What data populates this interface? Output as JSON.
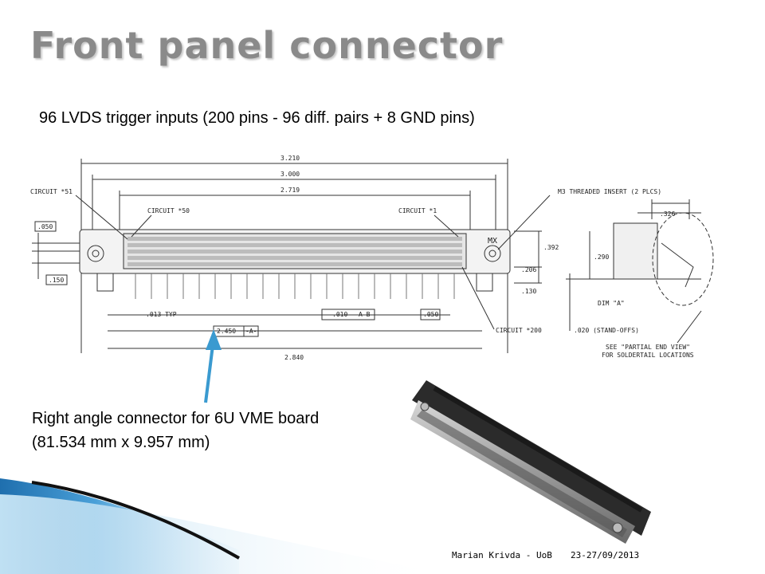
{
  "slide": {
    "title": "Front panel connector",
    "subtitle": "96 LVDS trigger inputs (200 pins - 96 diff. pairs + 8 GND pins)",
    "caption_line1": "Right angle connector for 6U VME board",
    "caption_line2": "(81.534 mm x 9.957 mm)",
    "footer_author": "Marian Krivda - UoB",
    "footer_date": "23-27/09/2013"
  },
  "drawing": {
    "dim_top": "3.210",
    "dim_second": "3.000",
    "dim_third": "2.719",
    "circuit_51": "CIRCUIT *51",
    "circuit_50": "CIRCUIT *50",
    "circuit_1": "CIRCUIT *1",
    "circuit_200": "CIRCUIT *200",
    "insert_note": "M3 THREADED INSERT (2 PLCS)",
    "dim_050_left": ".050",
    "dim_150": ".150",
    "dim_013": ".013 TYP",
    "dim_2450": "2.450",
    "datum_a": "-A-",
    "tolerance": ".010",
    "datum_ab": "A B",
    "dim_050_bottom": ".050",
    "dim_2840": "2.840",
    "mx_label": "MX",
    "dim_392": ".392",
    "dim_206": ".206",
    "dim_130": ".130",
    "dim_326": ".326",
    "dim_290": ".290",
    "dim_a": "DIM \"A\"",
    "standoffs": ".020 (STAND-OFFS)",
    "see_note_1": "SEE \"PARTIAL END VIEW\"",
    "see_note_2": "FOR SOLDERTAIL LOCATIONS"
  },
  "colors": {
    "title": "#8a8a8a",
    "arrow": "#3a9ad0",
    "decor_blue": "#2a79b8",
    "connector_gray": "#9a9a9a"
  }
}
